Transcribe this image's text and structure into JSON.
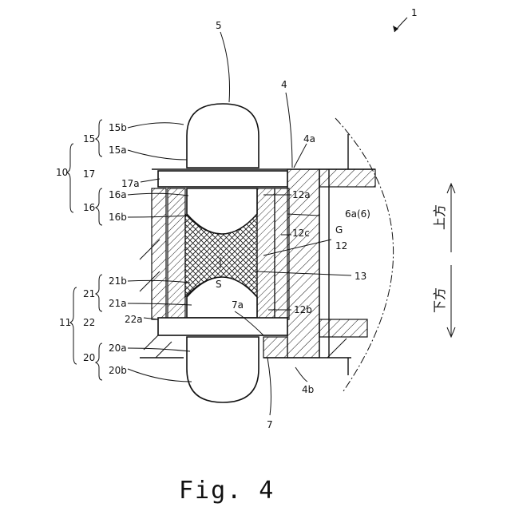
{
  "figure": {
    "caption": "Fig. 4",
    "ref_main": "1",
    "labels": {
      "l5": "5",
      "l4": "4",
      "l4a": "4a",
      "l4b": "4b",
      "l15": "15",
      "l15b": "15b",
      "l15a": "15a",
      "l10": "10",
      "l17": "17",
      "l17a": "17a",
      "l16": "16",
      "l16a": "16a",
      "l16b": "16b",
      "l12a": "12a",
      "l6a": "6a(6)",
      "l12c": "12c",
      "lG": "G",
      "l12": "12",
      "l13": "13",
      "lS": "S",
      "l21": "21",
      "l21b": "21b",
      "l21a": "21a",
      "l11": "11",
      "l22": "22",
      "l22a": "22a",
      "l7a": "7a",
      "l12b": "12b",
      "l20": "20",
      "l20a": "20a",
      "l20b": "20b",
      "l7": "7"
    },
    "direction": {
      "up": "上方",
      "down": "下方"
    }
  }
}
